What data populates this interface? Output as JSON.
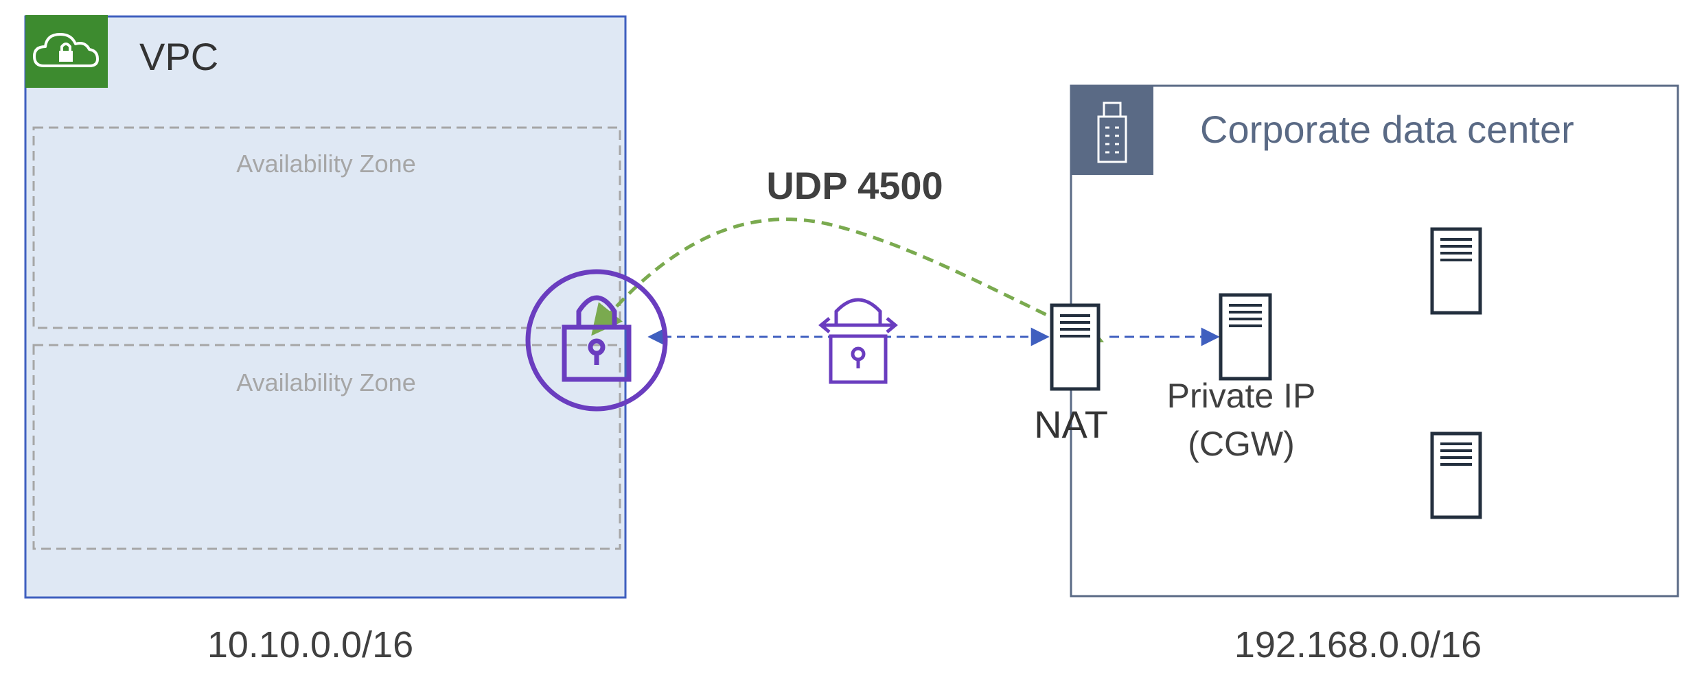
{
  "vpc": {
    "title": "VPC",
    "cidr": "10.10.0.0/16",
    "availability_zones": [
      "Availability Zone",
      "Availability Zone"
    ],
    "colors": {
      "fill": "#dfe8f4",
      "border": "#3f5fbf",
      "badge": "#3d8b2f"
    },
    "badge_icon": "cloud-lock-icon"
  },
  "vpn_gateway": {
    "icon": "padlock-circle-icon",
    "color": "#6a3dbf"
  },
  "site_to_site_vpn": {
    "icon": "vpn-connection-lock-icon",
    "color": "#6a3dbf"
  },
  "connection": {
    "label": "UDP 4500",
    "tunnel_color": "#7aaa4f",
    "link_color": "#3f5fbf"
  },
  "nat": {
    "label": "NAT",
    "icon": "server-icon"
  },
  "corporate_dc": {
    "title": "Corporate data center",
    "cidr": "192.168.0.0/16",
    "badge_icon": "office-building-icon",
    "colors": {
      "border": "#5a6a85",
      "badge": "#5a6a85",
      "title": "#5a6a85"
    },
    "cgw": {
      "label_line1": "Private IP",
      "label_line2": "(CGW)",
      "icon": "server-icon"
    },
    "servers": [
      "server-icon",
      "server-icon"
    ]
  }
}
